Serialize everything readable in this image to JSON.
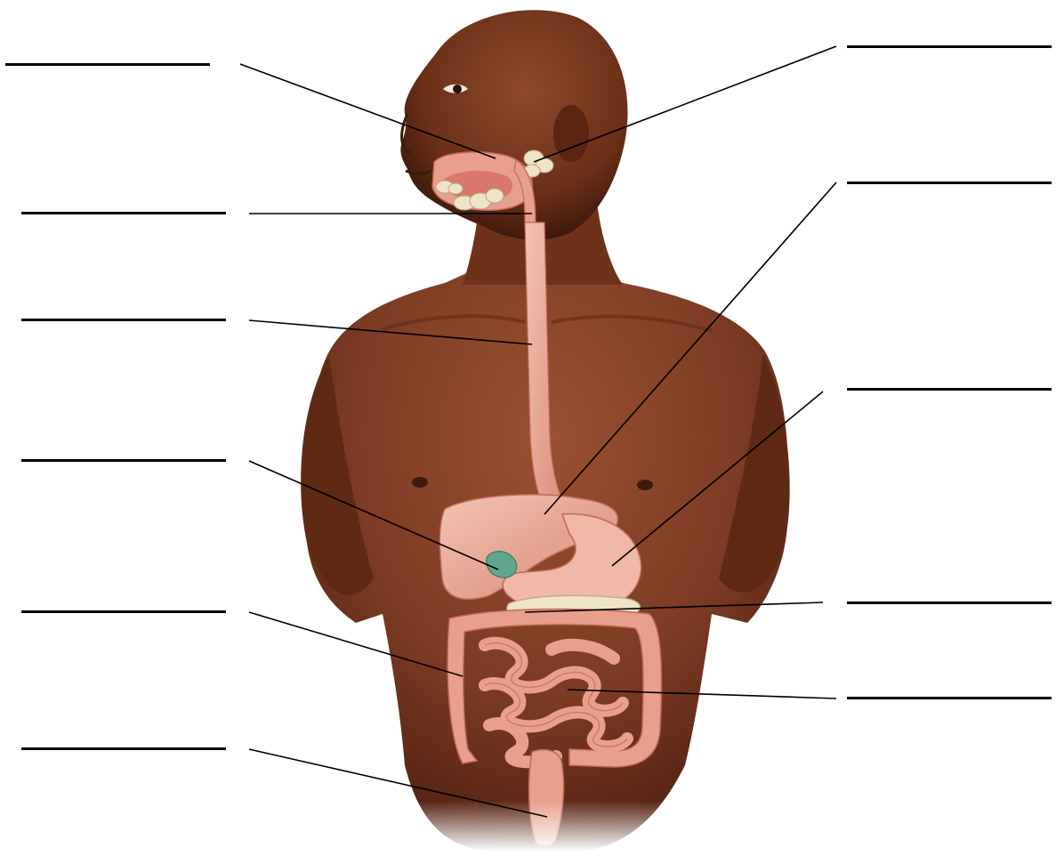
{
  "figure": {
    "subject": "digestive-system-labeling-worksheet",
    "label_blanks": [
      {
        "id": "salivary-glands-left",
        "text": ""
      },
      {
        "id": "pharynx",
        "text": ""
      },
      {
        "id": "esophagus",
        "text": ""
      },
      {
        "id": "gallbladder",
        "text": ""
      },
      {
        "id": "large-intestine",
        "text": ""
      },
      {
        "id": "rectum",
        "text": ""
      },
      {
        "id": "parotid-gland",
        "text": ""
      },
      {
        "id": "liver",
        "text": ""
      },
      {
        "id": "stomach",
        "text": ""
      },
      {
        "id": "pancreas",
        "text": ""
      },
      {
        "id": "small-intestine",
        "text": ""
      }
    ],
    "colors": {
      "skin": "#7a3a22",
      "skin_shadow": "#4a1e10",
      "organ": "#e8a08c",
      "organ_light": "#f2c2b2",
      "gland": "#efe3c8",
      "gallbladder": "#5fa88e",
      "line": "#000000"
    }
  }
}
